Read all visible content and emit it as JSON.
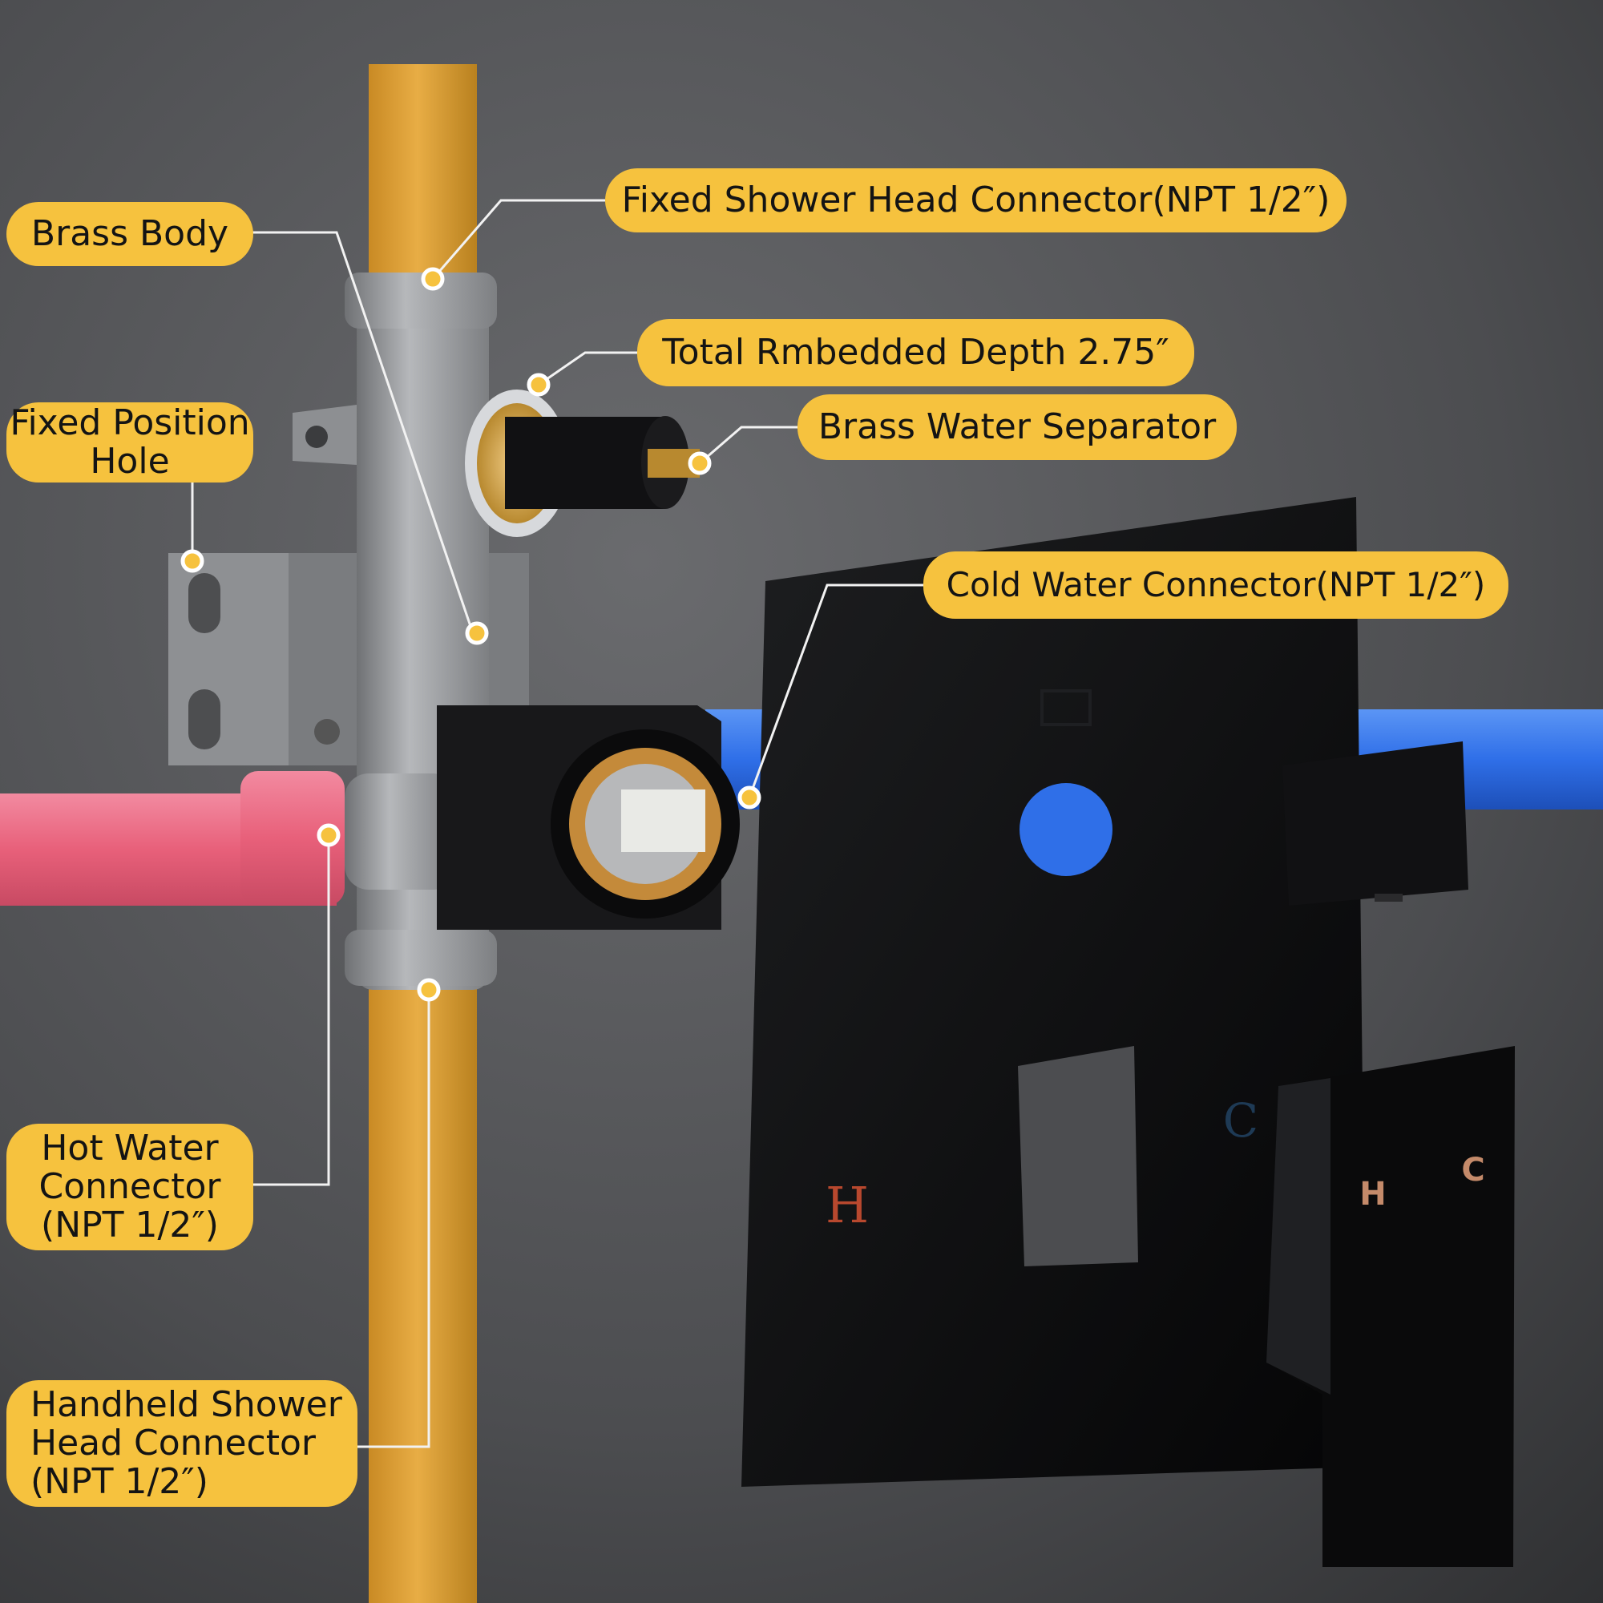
{
  "labels": {
    "brass_body": "Brass Body",
    "fixed_position_hole": [
      "Fixed Position",
      "Hole"
    ],
    "fixed_shower_head_connector": "Fixed Shower Head Connector(NPT 1/2″)",
    "total_embedded_depth": "Total Rmbedded Depth 2.75″",
    "brass_water_separator": "Brass Water Separator",
    "cold_water_connector": "Cold Water Connector(NPT 1/2″)",
    "hot_water_connector": [
      "Hot Water",
      "Connector",
      "(NPT 1/2″)"
    ],
    "handheld_shower_head_connector": [
      "Handheld Shower",
      "Head Connector",
      "(NPT 1/2″)"
    ]
  },
  "plate_marks": {
    "hot": "H",
    "cold": "C"
  },
  "lever_marks": {
    "hot": "H",
    "cold": "C"
  },
  "colors": {
    "label_bg": "#f6c23e",
    "leader_line": "#f2f2f2",
    "pipe_yellow": "#e0a43a",
    "pipe_red": "#e8607a",
    "pipe_blue": "#2f6fe8",
    "valve_silver": "#9a9c9f",
    "trim_black": "#0f0f10",
    "mark_red": "#b8482e",
    "mark_blue": "#1e3a55",
    "mark_copper": "#c48a6a"
  }
}
